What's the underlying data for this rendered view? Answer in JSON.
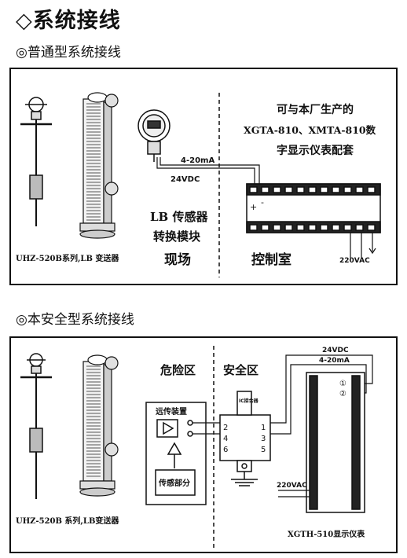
{
  "page": {
    "title": "◇系统接线",
    "section1": "◎普通型系统接线",
    "section2": "◎本安全型系统接线"
  },
  "diagram1": {
    "model_label": "UHZ-520B系列,LB 变送器",
    "sensor_label_1": "LB 传感器",
    "sensor_label_2": "转换模块",
    "field_label": "现场",
    "control_label": "控制室",
    "current_label": "4-20mA",
    "dc_label": "24VDC",
    "ac_label": "220VAC",
    "note_line1": "可与本厂生产的",
    "note_line2": "XGTA-810、XMTA-810数",
    "note_line3": "字显示仪表配套",
    "plus": "+",
    "minus": "-"
  },
  "diagram2": {
    "model_label": "UHZ-520B 系列,LB变送器",
    "hazard_label": "危险区",
    "safe_label": "安全区",
    "remote_device": "远传装置",
    "sensor_part": "传感部分",
    "barrier_label": "IC接合器",
    "dc_label": "24VDC",
    "current_label": "4-20mA",
    "ac_label": "220VAC",
    "display_label": "XGTH-510显示仪表",
    "circle1": "①",
    "circle2": "②",
    "terminals_left": [
      "2",
      "4",
      "6"
    ],
    "terminals_right": [
      "1",
      "3",
      "5"
    ]
  }
}
